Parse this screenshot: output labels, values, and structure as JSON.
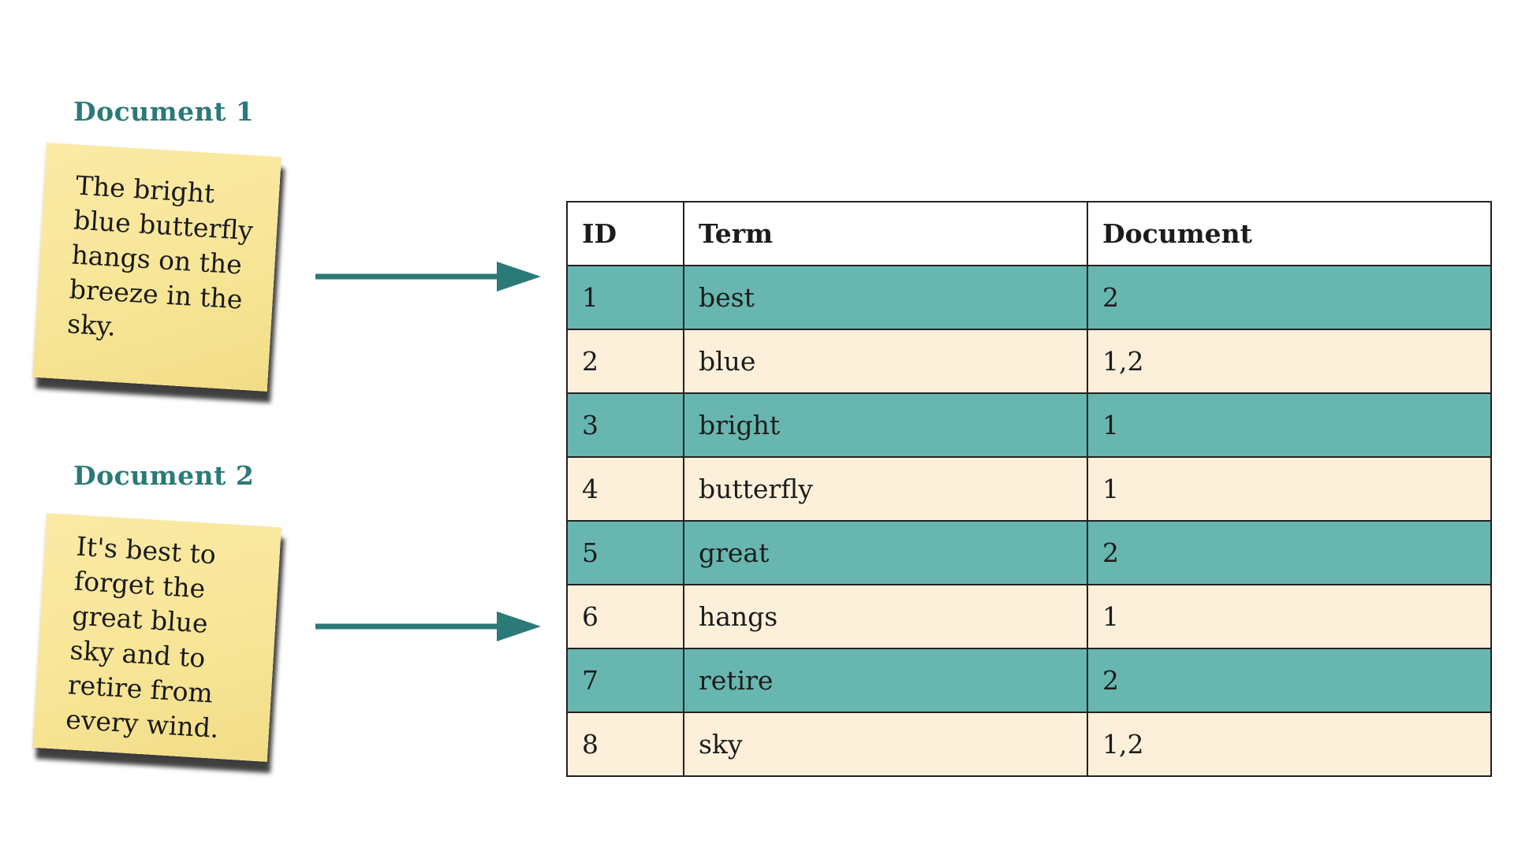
{
  "documents": [
    {
      "heading": "Document 1",
      "note_text": "The bright\nblue butterfly\nhangs on the\nbreeze in the\nsky."
    },
    {
      "heading": "Document 2",
      "note_text": "It's best to\nforget the\ngreat blue\nsky and to\nretire from\nevery wind."
    }
  ],
  "table": {
    "headers": {
      "id": "ID",
      "term": "Term",
      "document": "Document"
    },
    "rows": [
      {
        "id": "1",
        "term": "best",
        "document": "2"
      },
      {
        "id": "2",
        "term": "blue",
        "document": "1,2"
      },
      {
        "id": "3",
        "term": "bright",
        "document": "1"
      },
      {
        "id": "4",
        "term": "butterfly",
        "document": "1"
      },
      {
        "id": "5",
        "term": "great",
        "document": "2"
      },
      {
        "id": "6",
        "term": "hangs",
        "document": "1"
      },
      {
        "id": "7",
        "term": "retire",
        "document": "2"
      },
      {
        "id": "8",
        "term": "sky",
        "document": "1,2"
      }
    ]
  },
  "colors": {
    "heading": "#2b7a78",
    "arrow": "#2b7a78",
    "note": "#f7e596",
    "row_teal": "#68b6b0",
    "row_cream": "#fdf0da"
  }
}
